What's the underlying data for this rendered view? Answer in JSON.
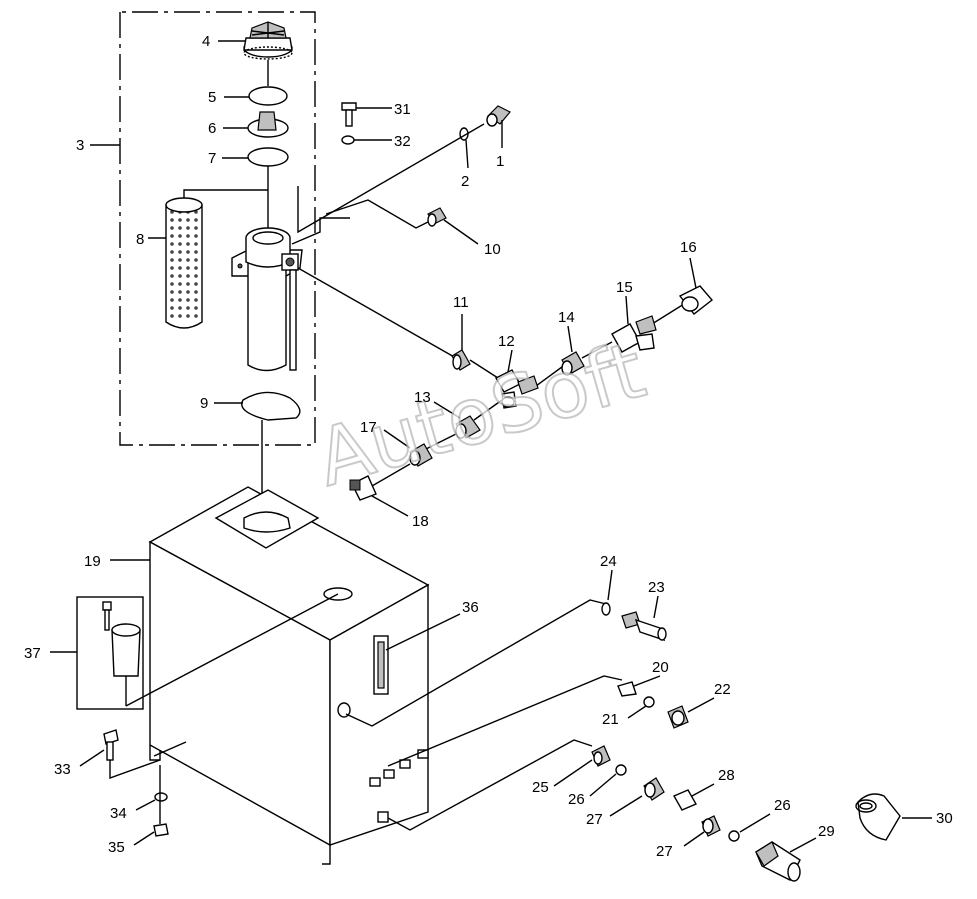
{
  "watermark": "AutoSoft",
  "callouts": {
    "c1": "1",
    "c2": "2",
    "c3": "3",
    "c4": "4",
    "c5": "5",
    "c6": "6",
    "c7": "7",
    "c8": "8",
    "c9": "9",
    "c10": "10",
    "c11": "11",
    "c12": "12",
    "c13": "13",
    "c14": "14",
    "c15": "15",
    "c16": "16",
    "c17": "17",
    "c18": "18",
    "c19": "19",
    "c20": "20",
    "c21": "21",
    "c22": "22",
    "c23": "23",
    "c24": "24",
    "c25": "25",
    "c26a": "26",
    "c26b": "26",
    "c27a": "27",
    "c27b": "27",
    "c28": "28",
    "c29": "29",
    "c30": "30",
    "c31": "31",
    "c32": "32",
    "c33": "33",
    "c34": "34",
    "c35": "35",
    "c36": "36",
    "c37": "37"
  },
  "colors": {
    "line": "#000000",
    "shade": "#bfbfbf",
    "watermark_stroke": "#b8b8b8"
  }
}
